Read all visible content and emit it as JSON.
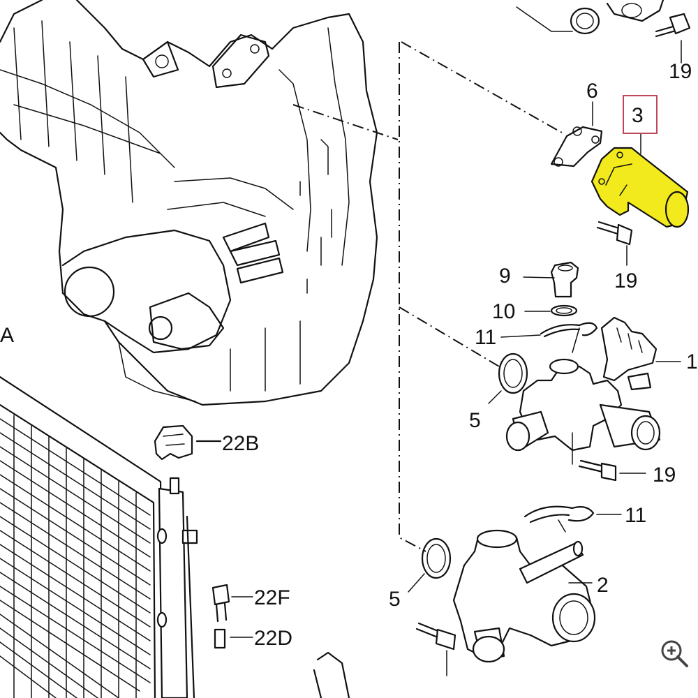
{
  "colors": {
    "highlight": "#f2ea1c",
    "highlight_box": "#c0475a",
    "ink": "#111111"
  },
  "labels": {
    "p3": "3",
    "p6": "6",
    "p19_top": "19",
    "p19_mid": "19",
    "p19_low": "19",
    "p9": "9",
    "p10": "10",
    "p11_upper": "11",
    "p11_lower": "11",
    "p5_upper": "5",
    "p5_lower": "5",
    "p1": "1",
    "p2": "2",
    "p22b": "22B",
    "p22f": "22F",
    "p22d": "22D",
    "section_a": "A"
  },
  "zoom_icon": "zoom-in-icon"
}
